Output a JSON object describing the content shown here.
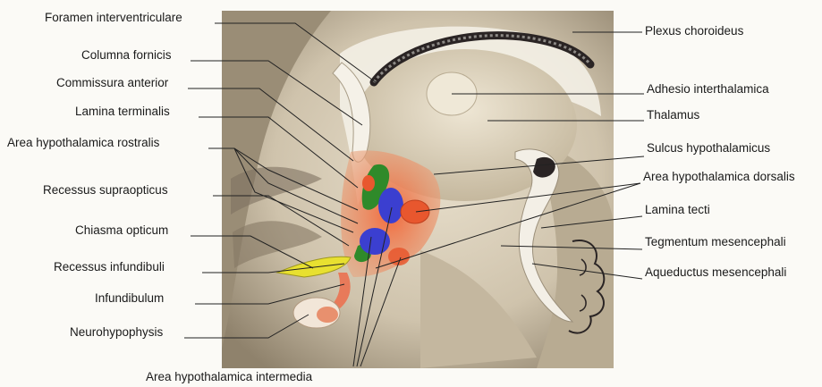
{
  "labels_left": [
    {
      "id": "foramen",
      "text": "Foramen interventriculare"
    },
    {
      "id": "columna",
      "text": "Columna fornicis"
    },
    {
      "id": "commissura",
      "text": "Commissura anterior"
    },
    {
      "id": "lamina_term",
      "text": "Lamina terminalis"
    },
    {
      "id": "area_rostralis",
      "text": "Area hypothalamica rostralis"
    },
    {
      "id": "recessus_supra",
      "text": "Recessus supraopticus"
    },
    {
      "id": "chiasma",
      "text": "Chiasma opticum"
    },
    {
      "id": "recessus_infund",
      "text": "Recessus infundibuli"
    },
    {
      "id": "infundibulum",
      "text": "Infundibulum"
    },
    {
      "id": "neurohypo",
      "text": "Neurohypophysis"
    }
  ],
  "labels_right": [
    {
      "id": "plexus",
      "text": "Plexus choroideus"
    },
    {
      "id": "adhesio",
      "text": "Adhesio interthalamica"
    },
    {
      "id": "thalamus",
      "text": "Thalamus"
    },
    {
      "id": "sulcus",
      "text": "Sulcus hypothalamicus"
    },
    {
      "id": "area_dorsalis",
      "text": "Area hypothalamica dorsalis"
    },
    {
      "id": "lamina_tecti",
      "text": "Lamina tecti"
    },
    {
      "id": "tegmentum",
      "text": "Tegmentum mesencephali"
    },
    {
      "id": "aqueductus",
      "text": "Aqueductus mesencephali"
    }
  ],
  "label_bottom": {
    "id": "area_intermedia",
    "text": "Area hypothalamica intermedia"
  },
  "colors": {
    "background": "#fbfaf6",
    "tissue": "#d2c7b2",
    "tissue_light": "#e6ddca",
    "tissue_dark": "#8a7d68",
    "ventricle": "#f3efe6",
    "hypothalamus_red": "#e8572e",
    "nucleus_green": "#2f8a2a",
    "nucleus_blue": "#3b3fd0",
    "nucleus_yellow": "#e8e030",
    "plexus_dark": "#2a2424",
    "line": "#222222"
  }
}
